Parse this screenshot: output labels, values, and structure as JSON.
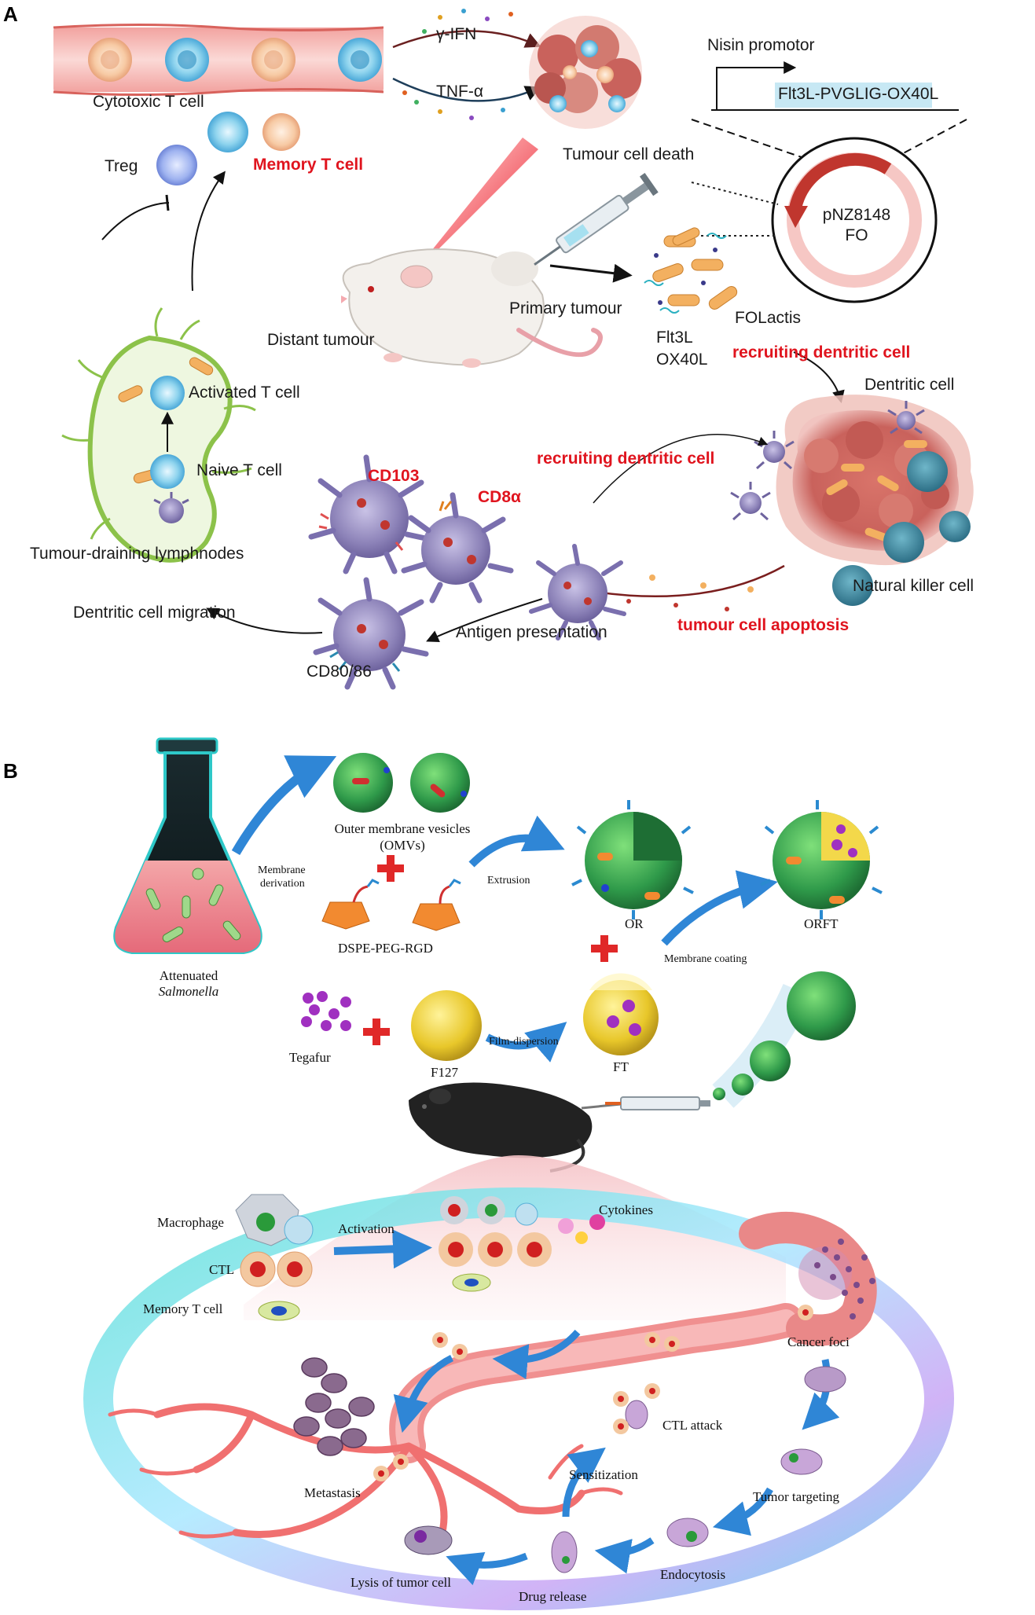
{
  "panel_a": {
    "letter": "A",
    "cytotoxic_t_cell": "Cytotoxic T cell",
    "gamma_ifn": "γ-IFN",
    "tnf_alpha": "TNF-α",
    "tumour_cell_death": "Tumour cell death",
    "nisin_promotor": "Nisin promotor",
    "gene_construct": "Flt3L-PVGLIG-OX40L",
    "treg": "Treg",
    "memory_t_cell": "Memory T cell",
    "plasmid_name_line1": "pNZ8148",
    "plasmid_name_line2": "FO",
    "distant_tumour": "Distant tumour",
    "primary_tumour": "Primary tumour",
    "folactis": "FOLactis",
    "flt3l": "Flt3L",
    "ox40l": "OX40L",
    "recruiting_dc_1": "recruiting dentritic cell",
    "dentritic_cell": "Dentritic cell",
    "activated_t_cell": "Activated T cell",
    "naive_t_cell": "Naive T cell",
    "cd103": "CD103",
    "cd8a": "CD8α",
    "recruiting_dc_2": "recruiting dentritic cell",
    "tumour_draining_lymphnodes": "Tumour-draining lymphnodes",
    "natural_killer_cell": "Natural killer cell",
    "dentritic_cell_migration": "Dentritic cell migration",
    "antigen_presentation": "Antigen presentation",
    "tumour_cell_apoptosis": "tumour cell apoptosis",
    "cd80_86": "CD80/86"
  },
  "panel_b": {
    "letter": "B",
    "omv_line1": "Outer membrane vesicles",
    "omv_line2": "(OMVs)",
    "membrane_derivation_line1": "Membrane",
    "membrane_derivation_line2": "derivation",
    "extrusion": "Extrusion",
    "dspe_peg_rgd": "DSPE-PEG-RGD",
    "or": "OR",
    "orft": "ORFT",
    "membrane_coating": "Membrane coating",
    "attenuated": "Attenuated",
    "salmonella": "Salmonella",
    "tegafur": "Tegafur",
    "f127": "F127",
    "film_dispersion": "Film-dispersion",
    "ft": "FT",
    "macrophage": "Macrophage",
    "activation": "Activation",
    "cytokines": "Cytokines",
    "ctl": "CTL",
    "memory_t_cell": "Memory T cell",
    "cancer_foci": "Cancer foci",
    "ctl_attack": "CTL attack",
    "sensitization": "Sensitization",
    "metastasis": "Metastasis",
    "tumor_targeting": "Tumor targeting",
    "endocytosis": "Endocytosis",
    "drug_release": "Drug release",
    "lysis_of_tumor_cell": "Lysis of tumor cell"
  },
  "colors": {
    "label_red": "#e0141e",
    "vessel_pink": "#f7c9c4",
    "tcell_blue": "#7ec8e3",
    "dc_purple": "#8c82b8",
    "tumour_red": "#c9625c",
    "lymph_green": "#8cc24a",
    "arrow_blue": "#2f86d6",
    "cross_red": "#e02828",
    "vesicle_green": "#2f9a4a",
    "ring_cyan": "#5fe0d8"
  }
}
